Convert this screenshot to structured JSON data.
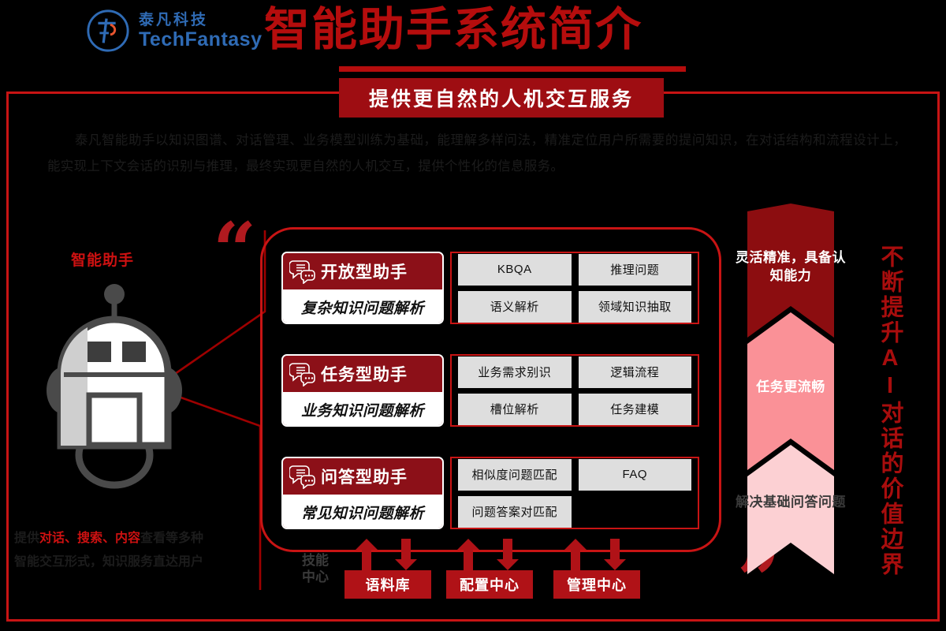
{
  "brand": {
    "logo_cn": "泰凡科技",
    "logo_en": "TechFantasy",
    "logo_icon": "tf-monogram-circle-icon"
  },
  "header": {
    "title": "智能助手系统简介",
    "ribbon": "提供更自然的人机交互服务"
  },
  "intro": {
    "paragraph": "泰凡智能助手以知识图谱、对话管理、业务模型训练为基础，能理解多样问法，精准定位用户所需要的提问知识，在对话结构和流程设计上，能实现上下文会话的识别与推理，最终实现更自然的人机交互，提供个性化的信息服务。"
  },
  "robot": {
    "label": "智能助手",
    "icon": "robot-icon",
    "caption_parts": {
      "p1": "提供",
      "p2_highlight": "对话、搜索、内容",
      "p3": "查看等多种",
      "p4": "智能交互形式，知识服务直达用户"
    }
  },
  "quotes": {
    "open": "“",
    "close": "”"
  },
  "cards": [
    {
      "title": "开放型助手",
      "subtitle": "复杂知识问题解析",
      "icon": "chat-bubbles-icon",
      "tags": [
        "KBQA",
        "推理问题",
        "语义解析",
        "领域知识抽取"
      ]
    },
    {
      "title": "任务型助手",
      "subtitle": "业务知识问题解析",
      "icon": "chat-bubbles-icon",
      "tags": [
        "业务需求别识",
        "逻辑流程",
        "槽位解析",
        "任务建模"
      ]
    },
    {
      "title": "问答型助手",
      "subtitle": "常见知识问题解析",
      "icon": "chat-bubbles-icon",
      "tags": [
        "相似度问题匹配",
        "FAQ",
        "问题答案对匹配",
        ""
      ]
    }
  ],
  "skill_center": {
    "label": "技能\n中心",
    "label_line1": "技能",
    "label_line2": "中心",
    "items": [
      "语料库",
      "配置中心",
      "管理中心"
    ]
  },
  "chevrons": [
    {
      "text": "灵活精准，具备认知能力",
      "fill": "#8c0d10",
      "text_color": "#ffffff"
    },
    {
      "text": "任务更流畅",
      "fill": "#fa9197",
      "text_color": "#ffffff"
    },
    {
      "text": "解决基础问答问题",
      "fill": "#fcd0d3",
      "text_color": "#3a3a3a"
    }
  ],
  "vertical_text": {
    "text": "不断提升AI对话的价值边界"
  },
  "colors": {
    "background": "#000000",
    "brand_blue": "#2f6bb5",
    "title_red": "#b50d0d",
    "frame_red": "#c81414",
    "card_header_red": "#8c1018",
    "tag_gray": "#dedede",
    "accent_red": "#cc1111"
  }
}
